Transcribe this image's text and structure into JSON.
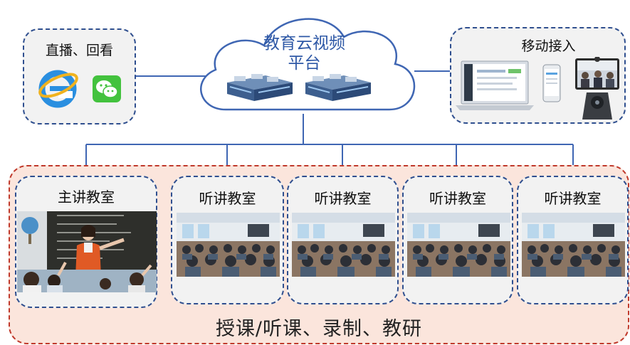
{
  "cloud": {
    "line1": "教育云视频",
    "line2": "平台"
  },
  "live_box": {
    "title": "直播、回看",
    "icons": [
      "ie-browser-icon",
      "wechat-icon"
    ]
  },
  "mobile_box": {
    "title": "移动接入",
    "devices": [
      "laptop",
      "smartphone",
      "video-conference-terminal"
    ]
  },
  "classrooms": {
    "main": "主讲教室",
    "listen": [
      "听讲教室",
      "听讲教室",
      "听讲教室",
      "听讲教室"
    ]
  },
  "bottom_caption": "授课/听课、录制、教研",
  "colors": {
    "connector": "#3f66b3",
    "box_border": "#2f4f8f",
    "zone_fill": "#fbe5dc",
    "zone_border": "#c0392b",
    "cloud_text": "#2e58a6"
  }
}
